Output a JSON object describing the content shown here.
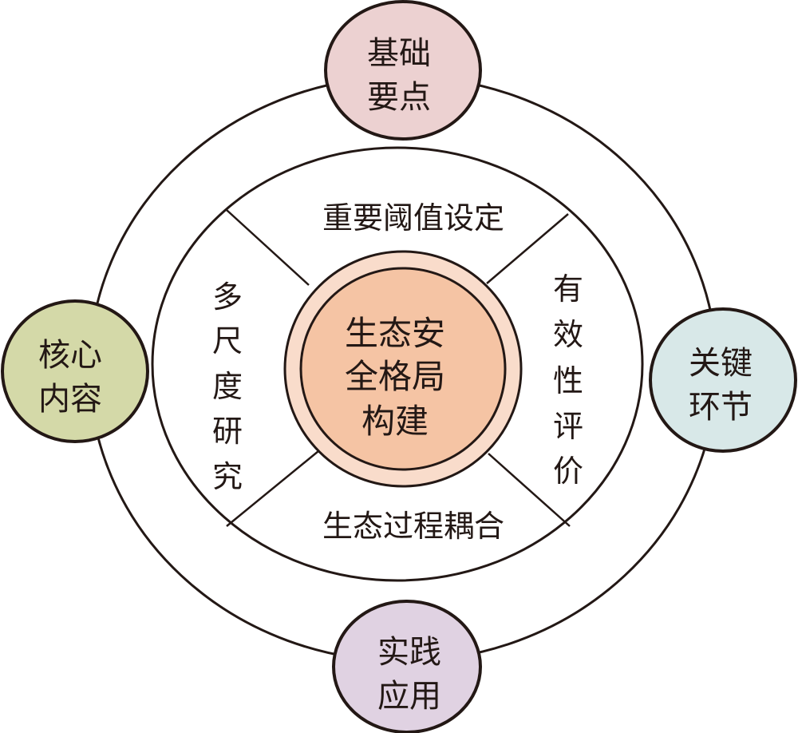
{
  "center": {
    "lines": [
      "生态安",
      "全格局",
      "构建"
    ],
    "color": "#f5c4a4",
    "halo": "#f9dccb"
  },
  "ring_sections": {
    "top": "重要阈值设定",
    "bottom": "生态过程耦合",
    "left": [
      "多",
      "尺",
      "度",
      "研",
      "究"
    ],
    "right": [
      "有",
      "效",
      "性",
      "评",
      "价"
    ]
  },
  "outer_nodes": {
    "top": {
      "lines": [
        "基础",
        "要点"
      ],
      "color": "#ecd1d1"
    },
    "left": {
      "lines": [
        "核心",
        "内容"
      ],
      "color": "#d4d9a8"
    },
    "right": {
      "lines": [
        "关键",
        "环节"
      ],
      "color": "#d8e8e8"
    },
    "bottom": {
      "lines": [
        "实践",
        "应用"
      ],
      "color": "#e0d2e2"
    }
  }
}
